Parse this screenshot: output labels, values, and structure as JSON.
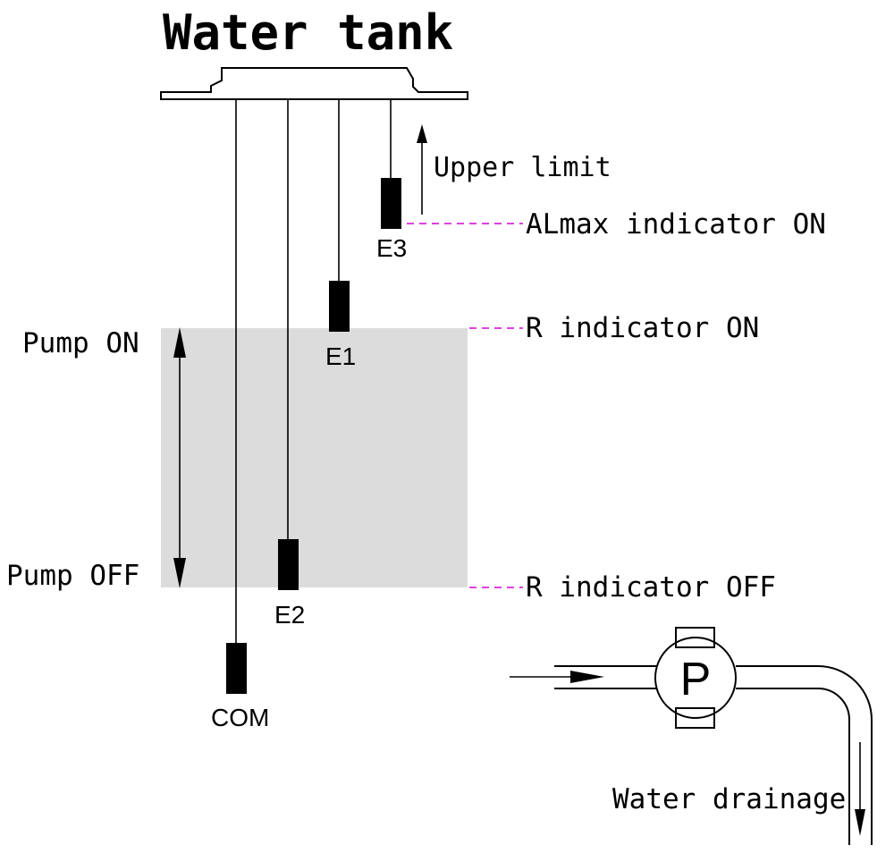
{
  "title": "Water tank",
  "labels": {
    "upper_limit": "Upper limit",
    "almax_on": "ALmax indicator ON",
    "r_on": "R indicator ON",
    "r_off": "R indicator OFF",
    "pump_on": "Pump ON",
    "pump_off": "Pump OFF",
    "water_drainage": "Water drainage"
  },
  "electrodes": {
    "e3": "E3",
    "e1": "E1",
    "e2": "E2",
    "com": "COM"
  },
  "pump": {
    "symbol": "P"
  },
  "colors": {
    "band": "#dcdcdc",
    "dashed_leader": "#e040e0",
    "ink": "#000000"
  }
}
